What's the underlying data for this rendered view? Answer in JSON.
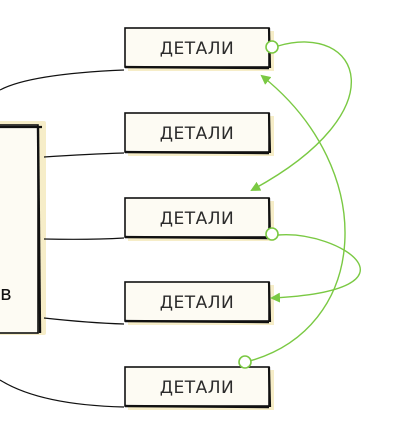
{
  "colors": {
    "background": "#ffffff",
    "box_fill": "#fdfbf3",
    "box_shadow": "#f6edc8",
    "stroke": "#111111",
    "arrow": "#7ac943"
  },
  "main_box": {
    "label": "в"
  },
  "detail_buttons": [
    {
      "label": "ДЕТАЛИ"
    },
    {
      "label": "ДЕТАЛИ"
    },
    {
      "label": "ДЕТАЛИ"
    },
    {
      "label": "ДЕТАЛИ"
    },
    {
      "label": "ДЕТАЛИ"
    }
  ]
}
